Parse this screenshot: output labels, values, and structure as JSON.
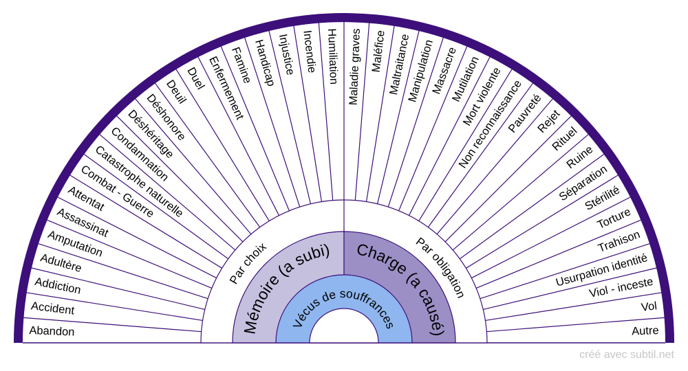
{
  "colors": {
    "outer_ring": "#3c0f7a",
    "line": "#3c0f7a",
    "left_ring": "#c5c0de",
    "right_ring": "#9b8fc6",
    "inner_ring": "#8fb6ee",
    "text": "#000000",
    "credit": "#c6c6c6"
  },
  "labels": {
    "left_choice": "Par choix",
    "right_obligation": "Par obligation",
    "left_ring": "Mémoire  (a subi)",
    "right_ring": "Charge (a causé)",
    "inner": "Vécus de souffrances"
  },
  "credit": "créé avec subtil.net",
  "chart_data": {
    "type": "pie",
    "categories": [
      "Abandon",
      "Accident",
      "Addiction",
      "Adultère",
      "Amputation",
      "Assassinat",
      "Attentat",
      "Combat - Guerre",
      "Catastrophe naturelle",
      "Condamnation",
      "Déshéritage",
      "Déshonore",
      "Deuil",
      "Duel",
      "Enfermement",
      "Famine",
      "Handicap",
      "Injustice",
      "Incendie",
      "Humiliation",
      "Maladie graves",
      "Maléfice",
      "Maltraitance",
      "Manipulation",
      "Massacre",
      "Mutilation",
      "Mort violente",
      "Non reconnaissance",
      "Pauvreté",
      "Rejet",
      "Rituel",
      "Ruine",
      "Séparation",
      "Stérilité",
      "Torture",
      "Trahison",
      "Usurpation identité",
      "Viol - inceste",
      "Vol",
      "Autre"
    ]
  }
}
